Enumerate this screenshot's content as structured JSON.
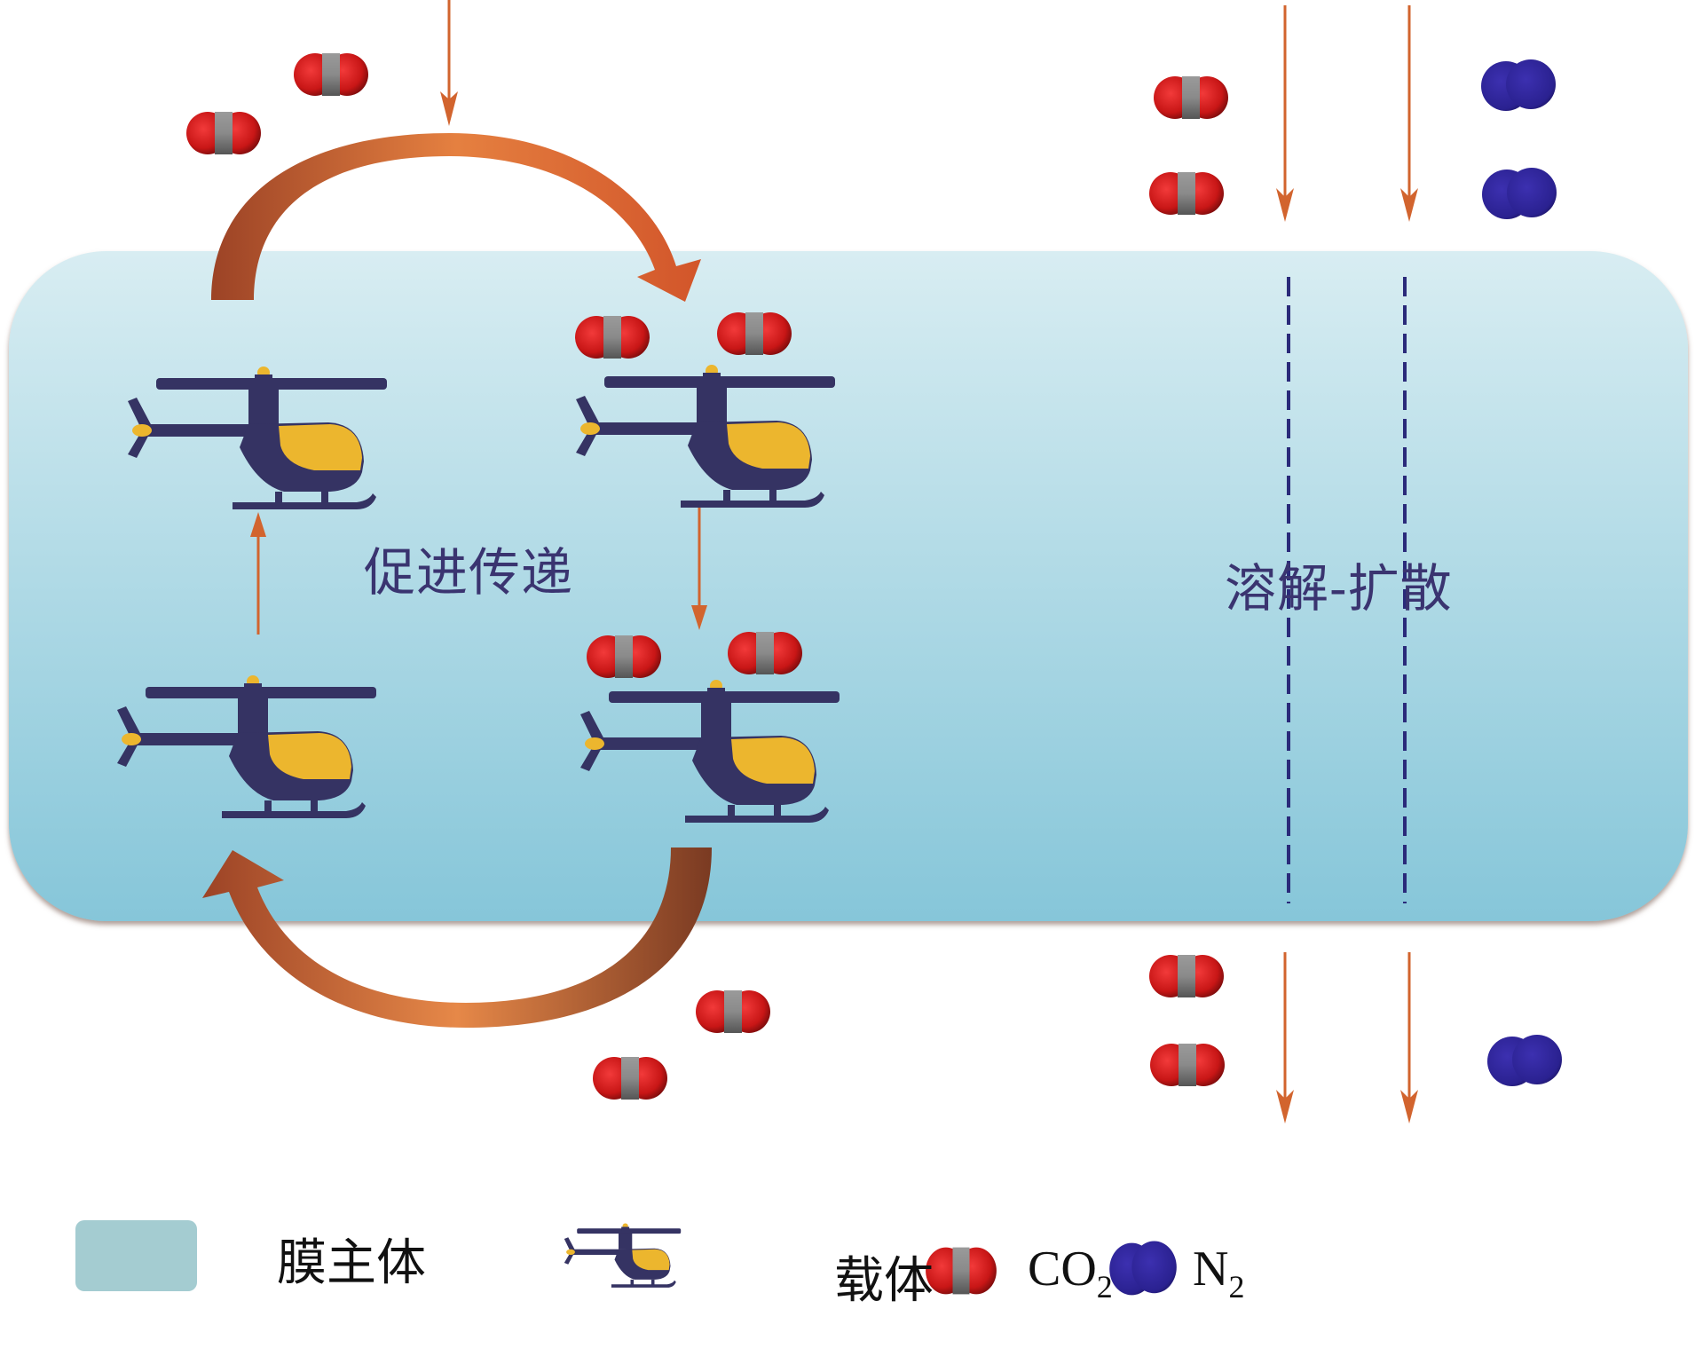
{
  "diagram": {
    "title": "Facilitated transport vs solution-diffusion mechanism",
    "process_labels": {
      "facilitated": "促进传递",
      "solution_diffusion": "溶解-扩散"
    },
    "legend": {
      "membrane_label": "膜主体",
      "carrier_label": "载体",
      "co2_label": "CO",
      "co2_sub": "2",
      "n2_label": "N",
      "n2_sub": "2"
    },
    "icons": {
      "membrane": "membrane-body-swatch",
      "carrier": "helicopter-icon",
      "co2": "co2-molecule-icon",
      "n2": "n2-molecule-icon"
    },
    "colors": {
      "membrane_top": "#d6ecf1",
      "membrane_bottom": "#86c6d9",
      "legend_swatch": "#a4ccd1",
      "arrow": "#d2642e",
      "arc": "#a5482a",
      "dash": "#2a2a7a",
      "text": "#3a3470",
      "heli_body": "#353363",
      "heli_canopy": "#ecb62e",
      "oxygen": "#d01e1e",
      "carbon": "#8a8a8a",
      "nitrogen": "#2d2596"
    }
  }
}
